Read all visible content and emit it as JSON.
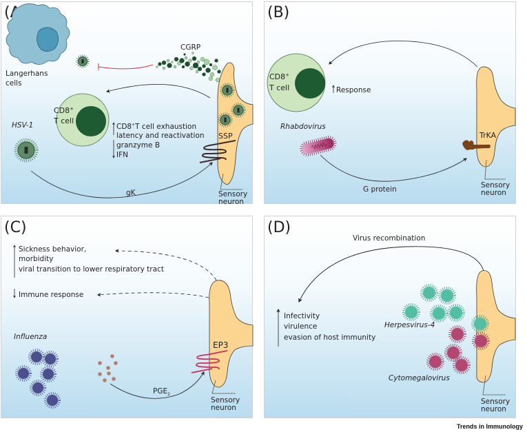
{
  "figure": {
    "journal_label": "Trends in Immunology",
    "colors": {
      "panel_top": "#ffffff",
      "panel_bottom": "#b8dcef",
      "neuron": "#fcd591",
      "neuron_stroke": "#3a3a3a",
      "tcell_outer": "#cde6bf",
      "tcell_nucleus": "#1e5a32",
      "langerhans": "#8fc0d3",
      "langerhans_nucleus": "#4d99ba",
      "hsv": "#4f7d5b",
      "cgrp_dark": "#1e4f2c",
      "cgrp_light": "#a7d4a0",
      "inhibit_line": "#d9343c",
      "rhabdovirus": "#b83a7a",
      "trka": "#7a4318",
      "ssp": "#3b2b2b",
      "ep3": "#cf2d5a",
      "influenza": "#4c4f8e",
      "pge2": "#b47e6c",
      "herpesvirus": "#52bfa4",
      "cytomegalovirus": "#b2476f"
    }
  },
  "panels": {
    "a": {
      "letter": "(A)",
      "langerhans_label_1": "Langerhans",
      "langerhans_label_2": "cells",
      "cgrp_label": "CGRP",
      "tcell_label_1": "CD8",
      "tcell_label_sup": "+",
      "tcell_label_2": "T cell",
      "effects_up_1": "CD8",
      "effects_up_1_sup": "+",
      "effects_up_1_rest": "T cell exhaustion",
      "effects_up_2": "latency and reactivation",
      "effects_down_1": "granzyme B",
      "effects_down_2": "IFN",
      "virus_label": "HSV-1",
      "receptor_label": "SSP",
      "arrow_label": "gK",
      "neuron_label_1": "Sensory",
      "neuron_label_2": "neuron"
    },
    "b": {
      "letter": "(B)",
      "tcell_label_1": "CD8",
      "tcell_label_sup": "+",
      "tcell_label_2": "T cell",
      "effect_up": "Response",
      "virus_label": "Rhabdovirus",
      "receptor_label": "TrKA",
      "arrow_label": "G protein",
      "neuron_label_1": "Sensory",
      "neuron_label_2": "neuron"
    },
    "c": {
      "letter": "(C)",
      "effects_up_1": "Sickness behavior,",
      "effects_up_2": "morbidity",
      "effects_up_3": "viral transition to lower respiratory tract",
      "effect_down": "Immune response",
      "virus_label": "Influenza",
      "receptor_label": "EP3",
      "arrow_label": "PGE",
      "arrow_label_sub": "2",
      "neuron_label_1": "Sensory",
      "neuron_label_2": "neuron"
    },
    "d": {
      "letter": "(D)",
      "arrow_label": "Virus recombination",
      "effects_up_1": "Infectivity",
      "effects_up_2": "virulence",
      "effects_up_3": "evasion of host immunity",
      "virus_label_1": "Herpesvirus-4",
      "virus_label_2": "Cytomegalovirus",
      "neuron_label_1": "Sensory",
      "neuron_label_2": "neuron"
    }
  }
}
